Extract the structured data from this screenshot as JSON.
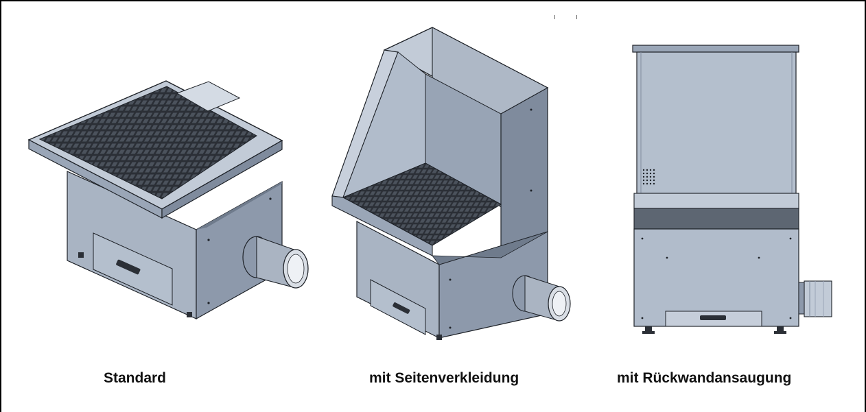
{
  "figures": [
    {
      "caption": "Standard"
    },
    {
      "caption": "mit Seitenverkleidung"
    },
    {
      "caption": "mit Rückwandansaugung"
    }
  ],
  "colors": {
    "metal_light": "#b9c3d1",
    "metal_mid": "#9aa6b7",
    "metal_dark": "#6f7b8c",
    "grid_dark": "#2b2f36",
    "band_dark": "#5d6672",
    "outline": "#1e2228"
  }
}
